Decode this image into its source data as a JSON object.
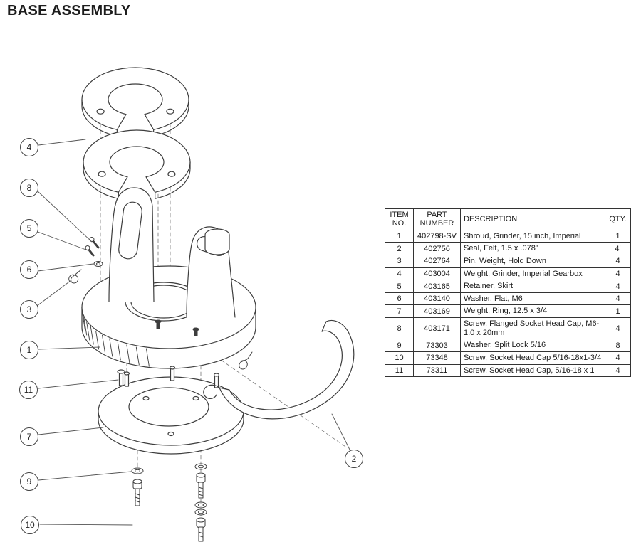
{
  "page": {
    "title": "BASE ASSEMBLY"
  },
  "colors": {
    "line": "#3d3d3d",
    "balloon_border": "#444444",
    "table_border": "#333333",
    "text": "#1a1a1a"
  },
  "diagram": {
    "balloons": [
      {
        "label": "4"
      },
      {
        "label": "8"
      },
      {
        "label": "5"
      },
      {
        "label": "6"
      },
      {
        "label": "3"
      },
      {
        "label": "1"
      },
      {
        "label": "11"
      },
      {
        "label": "7"
      },
      {
        "label": "9"
      },
      {
        "label": "10"
      },
      {
        "label": "2"
      }
    ]
  },
  "parts_table": {
    "headers": {
      "item": "ITEM NO.",
      "part": "PART NUMBER",
      "description": "DESCRIPTION",
      "qty": "QTY."
    },
    "rows": [
      {
        "item": "1",
        "part": "402798-SV",
        "description": "Shroud, Grinder, 15 inch, Imperial",
        "qty": "1"
      },
      {
        "item": "2",
        "part": "402756",
        "description": "Seal, Felt, 1.5 x .078\"",
        "qty": "4'"
      },
      {
        "item": "3",
        "part": "402764",
        "description": "Pin, Weight, Hold Down",
        "qty": "4"
      },
      {
        "item": "4",
        "part": "403004",
        "description": "Weight, Grinder, Imperial Gearbox",
        "qty": "4"
      },
      {
        "item": "5",
        "part": "403165",
        "description": "Retainer, Skirt",
        "qty": "4"
      },
      {
        "item": "6",
        "part": "403140",
        "description": "Washer, Flat, M6",
        "qty": "4"
      },
      {
        "item": "7",
        "part": "403169",
        "description": "Weight, Ring, 12.5 x 3/4",
        "qty": "1"
      },
      {
        "item": "8",
        "part": "403171",
        "description": "Screw, Flanged Socket Head Cap, M6-1.0 x 20mm",
        "qty": "4"
      },
      {
        "item": "9",
        "part": "73303",
        "description": "Washer, Split Lock 5/16",
        "qty": "8"
      },
      {
        "item": "10",
        "part": "73348",
        "description": "Screw, Socket Head Cap 5/16-18x1-3/4",
        "qty": "4"
      },
      {
        "item": "11",
        "part": "73311",
        "description": "Screw, Socket Head Cap, 5/16-18 x 1",
        "qty": "4"
      }
    ]
  }
}
